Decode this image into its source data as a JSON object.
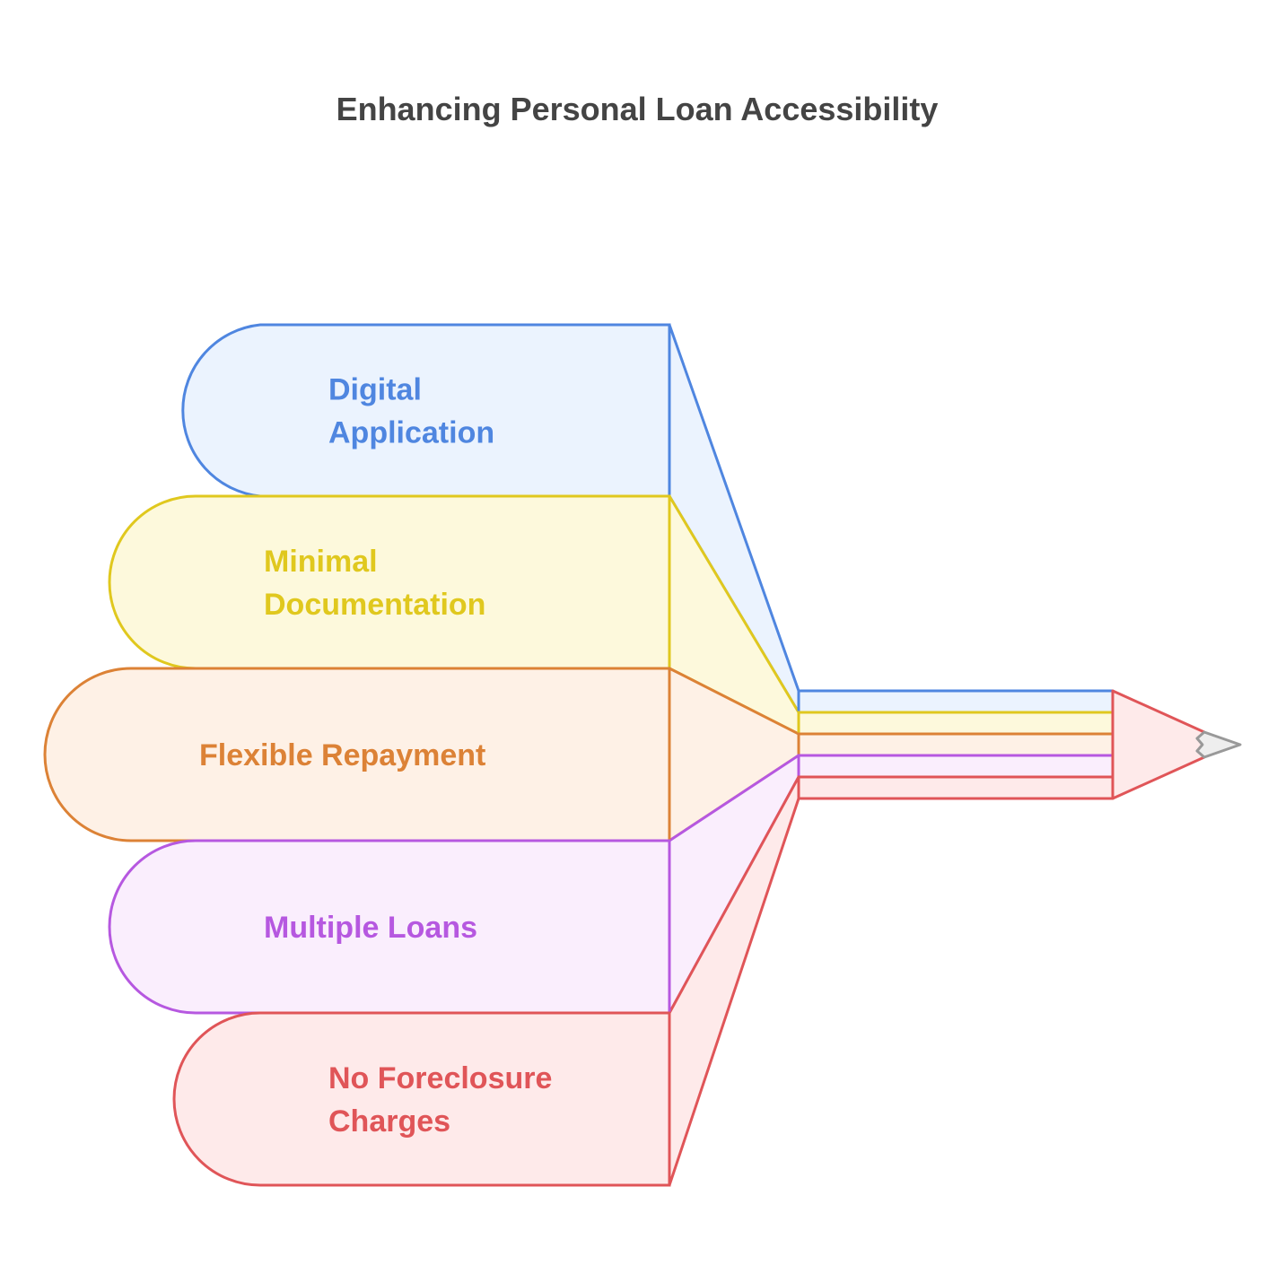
{
  "title": "Enhancing Personal Loan Accessibility",
  "items": [
    {
      "lines": [
        "Digital",
        "Application"
      ],
      "stroke": "#4f86e0",
      "fill": "#ebf3fe"
    },
    {
      "lines": [
        "Minimal",
        "Documentation"
      ],
      "stroke": "#e0c81e",
      "fill": "#fdf9dc"
    },
    {
      "lines": [
        "Flexible Repayment"
      ],
      "stroke": "#dc8236",
      "fill": "#fef1e6"
    },
    {
      "lines": [
        "Multiple Loans"
      ],
      "stroke": "#b658e0",
      "fill": "#faeefd"
    },
    {
      "lines": [
        "No Foreclosure",
        "Charges"
      ],
      "stroke": "#e05558",
      "fill": "#feeaea"
    }
  ],
  "pencil_tip_colors": {
    "wood_stroke": "#e05558",
    "wood_fill": "#feeaea",
    "lead_stroke": "#999999",
    "lead_fill": "#eeeeee"
  }
}
